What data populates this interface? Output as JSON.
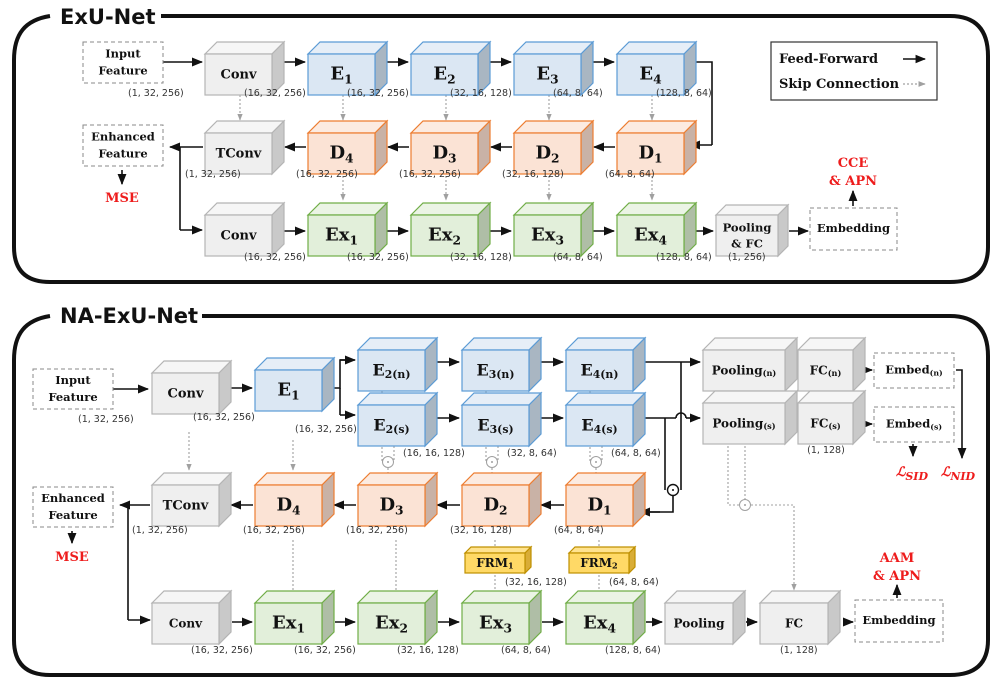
{
  "panels": {
    "exunet": {
      "title": "ExU-Net"
    },
    "naexunet": {
      "title": "NA-ExU-Net"
    }
  },
  "legend": {
    "feed_forward": "Feed-Forward",
    "skip_connection": "Skip Connection"
  },
  "colors": {
    "gray_face": "#efefef",
    "gray_stroke": "#b4b4b4",
    "gray_side": "#c9c9c9",
    "gray_top": "#f6f6f6",
    "blue_face": "#dbe7f3",
    "blue_stroke": "#5b9bd5",
    "blue_side": "#a9b6c2",
    "blue_top": "#e6eef7",
    "orange_face": "#fbe3d5",
    "orange_stroke": "#ed7d31",
    "orange_side": "#c9b2a6",
    "orange_top": "#fcebe1",
    "green_face": "#e2efda",
    "green_stroke": "#70ad47",
    "green_side": "#afbea6",
    "green_top": "#ebf4e5",
    "yellow_face": "#ffd966",
    "yellow_stroke": "#bf9000",
    "yellow_side": "#d9ad37",
    "yellow_top": "#ffe38f",
    "loss_red": "#ee1c1c",
    "skip_gray": "#a0a0a0"
  },
  "exunet": {
    "input": {
      "line1": "Input",
      "line2": "Feature",
      "dim": "(1, 32, 256)"
    },
    "enhanced": {
      "line1": "Enhanced",
      "line2": "Feature"
    },
    "mse": "MSE",
    "embedding": "Embedding",
    "loss": {
      "line1": "CCE",
      "line2": "& APN"
    },
    "encoder": [
      {
        "base": "Conv",
        "sub": "",
        "dim": "(16, 32, 256)"
      },
      {
        "base": "E",
        "sub": "1",
        "dim": "(16, 32, 256)"
      },
      {
        "base": "E",
        "sub": "2",
        "dim": "(32, 16, 128)"
      },
      {
        "base": "E",
        "sub": "3",
        "dim": "(64, 8, 64)"
      },
      {
        "base": "E",
        "sub": "4",
        "dim": "(128, 8, 64)"
      }
    ],
    "decoder": [
      {
        "base": "TConv",
        "sub": "",
        "dim": "(1, 32, 256)"
      },
      {
        "base": "D",
        "sub": "4",
        "dim": "(16, 32, 256)"
      },
      {
        "base": "D",
        "sub": "3",
        "dim": "(16, 32, 256)"
      },
      {
        "base": "D",
        "sub": "2",
        "dim": "(32, 16, 128)"
      },
      {
        "base": "D",
        "sub": "1",
        "dim": "(64, 8, 64)"
      }
    ],
    "extractor": [
      {
        "base": "Conv",
        "sub": "",
        "dim": "(16, 32, 256)"
      },
      {
        "base": "Ex",
        "sub": "1",
        "dim": "(16, 32, 256)"
      },
      {
        "base": "Ex",
        "sub": "2",
        "dim": "(32, 16, 128)"
      },
      {
        "base": "Ex",
        "sub": "3",
        "dim": "(64, 8, 64)"
      },
      {
        "base": "Ex",
        "sub": "4",
        "dim": "(128, 8, 64)"
      },
      {
        "base": "Pooling",
        "line2": "& FC",
        "sub": "",
        "dim": "(1, 256)"
      }
    ]
  },
  "naexunet": {
    "input": {
      "line1": "Input",
      "line2": "Feature",
      "dim": "(1, 32, 256)"
    },
    "enhanced": {
      "line1": "Enhanced",
      "line2": "Feature"
    },
    "mse": "MSE",
    "embedding": "Embedding",
    "loss": {
      "line1": "AAM",
      "line2": "& APN"
    },
    "conv": {
      "base": "Conv",
      "sub": "",
      "dim": "(16, 32, 256)"
    },
    "e1": {
      "base": "E",
      "sub": "1",
      "dim": "(16, 32, 256)"
    },
    "noise_branch": [
      {
        "base": "E",
        "sub": "2(n)"
      },
      {
        "base": "E",
        "sub": "3(n)"
      },
      {
        "base": "E",
        "sub": "4(n)"
      }
    ],
    "speaker_branch": [
      {
        "base": "E",
        "sub": "2(s)",
        "dim": "(16, 16, 128)"
      },
      {
        "base": "E",
        "sub": "3(s)",
        "dim": "(32, 8, 64)"
      },
      {
        "base": "E",
        "sub": "4(s)",
        "dim": "(64, 8, 64)"
      }
    ],
    "heads": {
      "pooling_n": {
        "base": "Pooling",
        "sub": "(n)"
      },
      "pooling_s": {
        "base": "Pooling",
        "sub": "(s)"
      },
      "fc_n": {
        "base": "FC",
        "sub": "(n)"
      },
      "fc_s": {
        "base": "FC",
        "sub": "(s)",
        "dim": "(1, 128)"
      },
      "embed_n": {
        "base": "Embed",
        "sub": "(n)"
      },
      "embed_s": {
        "base": "Embed",
        "sub": "(s)"
      },
      "loss_sid": {
        "base": "ℒ",
        "sub": "SID"
      },
      "loss_nid": {
        "base": "ℒ",
        "sub": "NID"
      }
    },
    "decoder": [
      {
        "base": "TConv",
        "sub": "",
        "dim": "(1, 32, 256)"
      },
      {
        "base": "D",
        "sub": "4",
        "dim": "(16, 32, 256)"
      },
      {
        "base": "D",
        "sub": "3",
        "dim": "(16, 32, 256)"
      },
      {
        "base": "D",
        "sub": "2",
        "dim": "(32, 16, 128)"
      },
      {
        "base": "D",
        "sub": "1",
        "dim": "(64, 8, 64)"
      }
    ],
    "frm": [
      {
        "base": "FRM",
        "sub": "1",
        "dim": "(32, 16, 128)"
      },
      {
        "base": "FRM",
        "sub": "2",
        "dim": "(64, 8, 64)"
      }
    ],
    "extractor": [
      {
        "base": "Conv",
        "sub": "",
        "dim": "(16, 32, 256)"
      },
      {
        "base": "Ex",
        "sub": "1",
        "dim": "(16, 32, 256)"
      },
      {
        "base": "Ex",
        "sub": "2",
        "dim": "(32, 16, 128)"
      },
      {
        "base": "Ex",
        "sub": "3",
        "dim": "(64, 8, 64)"
      },
      {
        "base": "Ex",
        "sub": "4",
        "dim": "(128, 8, 64)"
      },
      {
        "base": "Pooling",
        "sub": ""
      },
      {
        "base": "FC",
        "sub": "",
        "dim": "(1, 128)"
      }
    ]
  }
}
